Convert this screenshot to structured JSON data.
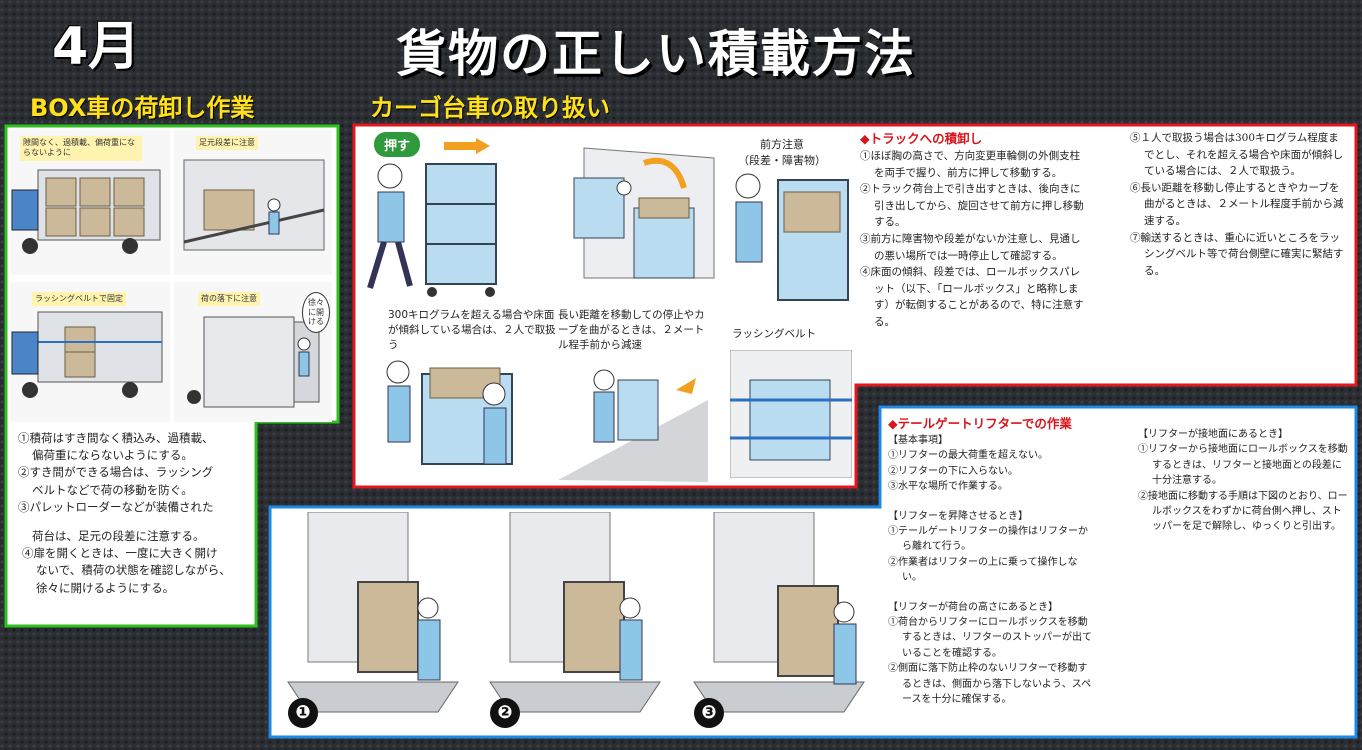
{
  "header": {
    "month": "4月",
    "title": "貨物の正しい積載方法"
  },
  "subtitles": {
    "box": "BOX車の荷卸し作業",
    "cargo": "カーゴ台車の取り扱い"
  },
  "box_panel": {
    "captions": {
      "c1": "隙間なく、過積載、偏荷重にならないように",
      "c2": "足元段差に注意",
      "c3": "ラッシングベルトで固定",
      "c4": "荷の落下に注意",
      "bubble": "徐々に開ける"
    },
    "lines": [
      "①積荷はすき間なく積込み、過積載、",
      "偏荷重にならないようにする。",
      "②すき間ができる場合は、ラッシング",
      "ベルトなどで荷の移動を防ぐ。",
      "③パレットローダーなどが装備された",
      "荷台は、足元の段差に注意する。",
      "④扉を開くときは、一度に大きく開け",
      "ないで、積荷の状態を確認しながら、",
      "徐々に開けるようにする。"
    ]
  },
  "cargo_panel": {
    "push": "押す",
    "front_caution": "前方注意",
    "front_caution_sub": "（段差・障害物）",
    "note1": "300キログラムを超える場合や床面が傾斜している場合は、２人で取扱う",
    "note2": "長い距離を移動しての停止やカーブを曲がるときは、２メートル程手前から減速",
    "lashing": "ラッシングベルト"
  },
  "truck_section": {
    "heading": "◆トラックへの積卸し",
    "col1": [
      "①ほぼ胸の高さで、方向変更車輪側の外側支柱を両手で握り、前方に押して移動する。",
      "②トラック荷台上で引き出すときは、後向きに引き出してから、旋回させて前方に押し移動する。",
      "③前方に障害物や段差がないか注意し、見通しの悪い場所では一時停止して確認する。",
      "④床面の傾斜、段差では、ロールボックスパレット（以下、「ロールボックス」と略称します）が転倒することがあるので、特に注意する。"
    ],
    "col2": [
      "⑤１人で取扱う場合は300キログラム程度までとし、それを超える場合や床面が傾斜している場合には、２人で取扱う。",
      "⑥長い距離を移動し停止するときやカーブを曲がるときは、２メートル程度手前から減速する。",
      "⑦輸送するときは、重心に近いところをラッシングベルト等で荷台側壁に確実に緊結する。"
    ]
  },
  "tailgate_section": {
    "heading": "◆テールゲートリフターでの作業",
    "basic_title": "【基本事項】",
    "basic": [
      "①リフターの最大荷重を超えない。",
      "②リフターの下に入らない。",
      "③水平な場所で作業する。"
    ],
    "raise_title": "【リフターを昇降させるとき】",
    "raise": [
      "①テールゲートリフターの操作はリフターから離れて行う。",
      "②作業者はリフターの上に乗って操作しない。"
    ],
    "level_title": "【リフターが荷台の高さにあるとき】",
    "level": [
      "①荷台からリフターにロールボックスを移動するときは、リフターのストッパーが出ていることを確認する。",
      "②側面に落下防止枠のないリフターで移動するときは、側面から落下しないよう、スペースを十分に確保する。"
    ],
    "ground_title": "【リフターが接地面にあるとき】",
    "ground": [
      "①リフターから接地面にロールボックスを移動するときは、リフターと接地面との段差に十分注意する。",
      "②接地面に移動する手順は下図のとおり、ロールボックスをわずかに荷台側へ押し、ストッパーを足で解除し、ゆっくりと引出す。"
    ],
    "steps": [
      "❶",
      "❷",
      "❸"
    ]
  }
}
